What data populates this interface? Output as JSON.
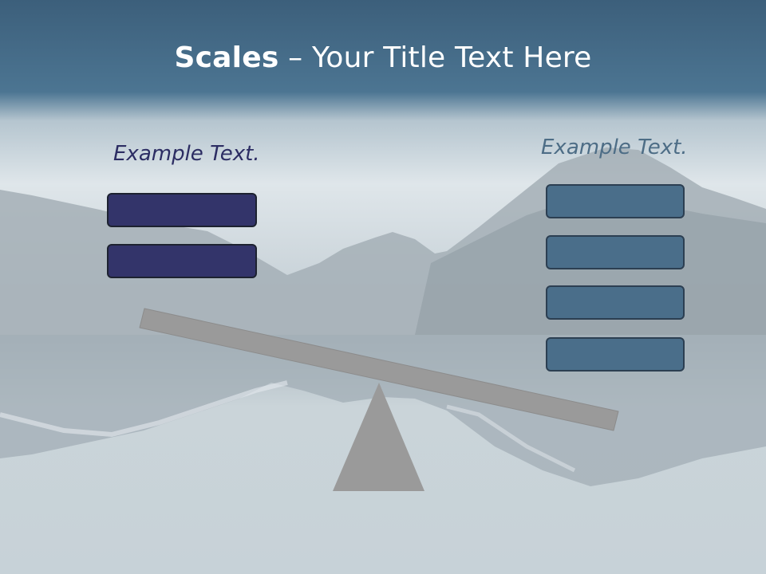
{
  "slide": {
    "title_bold": "Scales",
    "title_rest": " – Your Title Text Here",
    "left_label": "Example Text.",
    "right_label": "Example Text.",
    "left_box_count": 2,
    "right_box_count": 4
  },
  "colors": {
    "title_band": "#3f6480",
    "left_box": "#33346a",
    "right_box": "#4a6e8a",
    "beam": "#9a9a9a",
    "fulcrum": "#9a9a9a"
  }
}
